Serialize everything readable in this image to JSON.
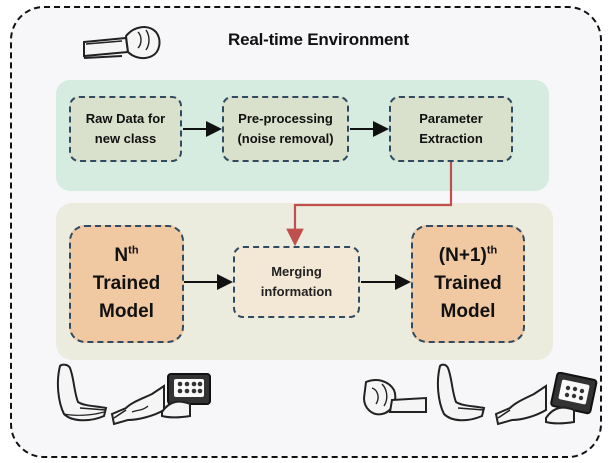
{
  "title": "Real-time Environment",
  "boxes": {
    "raw_data": [
      "Raw Data for",
      "new class"
    ],
    "preprocessing": [
      "Pre-processing",
      "(noise removal)"
    ],
    "parameter_extraction": [
      "Parameter",
      "Extraction"
    ],
    "merging": [
      "Merging",
      "information"
    ],
    "nth_model": {
      "base": "N",
      "sup": "th",
      "line2": "Trained",
      "line3": "Model"
    },
    "n1th_model": {
      "base": "(N+1)",
      "sup": "th",
      "line2": "Trained",
      "line3": "Model"
    }
  },
  "colors": {
    "flow_arrow": "#111111",
    "feedback_arrow": "#c0504d",
    "top_panel": "#d6ece0",
    "bottom_panel": "#ebebde",
    "model_box": "#f0c8a2"
  },
  "illustrations": [
    "fist-gesture-icon",
    "open-hand-icon",
    "pointing-hand-icon",
    "remote-control-hand-icon"
  ]
}
